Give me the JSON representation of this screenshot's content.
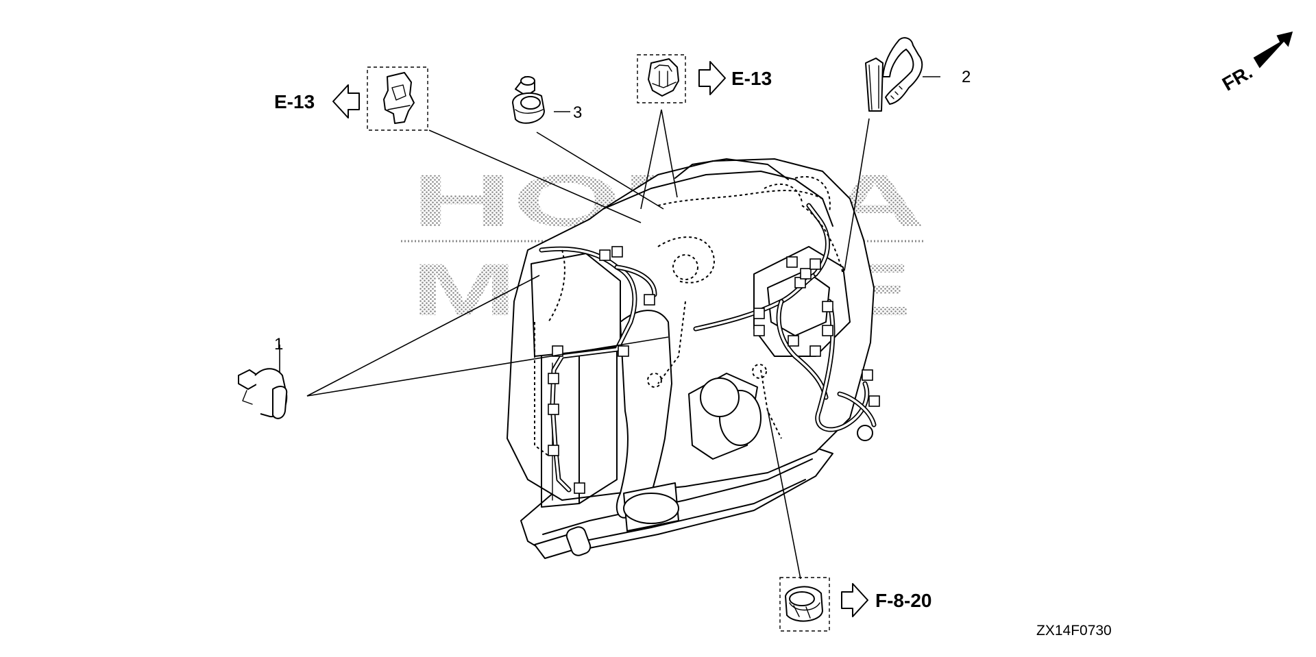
{
  "watermark": {
    "line1": "HONDA",
    "line2": "MARINE"
  },
  "direction_label": "FR.",
  "references": [
    {
      "id": "ref-left-top",
      "text": "E-13"
    },
    {
      "id": "ref-right-top",
      "text": "E-13"
    },
    {
      "id": "ref-bottom",
      "text": "F-8-20"
    }
  ],
  "callouts": [
    {
      "number": "1",
      "part": "clamp"
    },
    {
      "number": "2",
      "part": "band"
    },
    {
      "number": "3",
      "part": "clamp"
    }
  ],
  "diagram_code": "ZX14F0730"
}
